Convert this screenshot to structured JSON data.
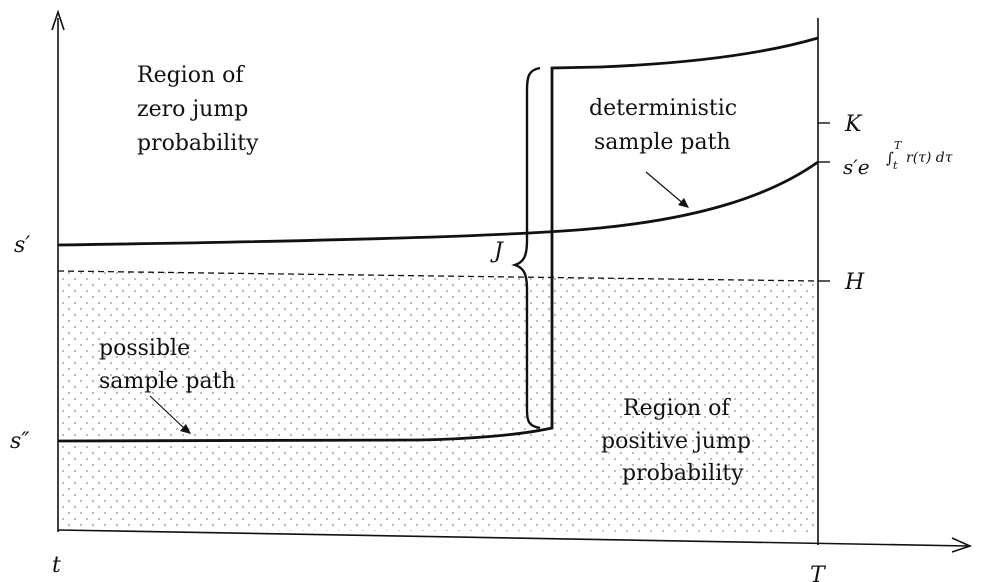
{
  "labels": {
    "zero_region": [
      "Region of",
      "zero jump",
      "probability"
    ],
    "deterministic": [
      "deterministic",
      "sample path"
    ],
    "possible": [
      "possible",
      "sample path"
    ],
    "positive_region": [
      "Region of",
      "positive jump",
      "probability"
    ]
  },
  "axis": {
    "t": "t",
    "T": "T",
    "s_prime": "s′",
    "s_double_prime": "s″",
    "K": "K",
    "H": "H",
    "J": "J",
    "endpoint": {
      "base": "s′e",
      "exponent_int": "∫",
      "exponent_lower": "t",
      "exponent_upper": "T",
      "exponent_body": "r(τ) dτ"
    }
  },
  "colors": {
    "ink": "#111111",
    "dots": "#8a8a8a"
  }
}
